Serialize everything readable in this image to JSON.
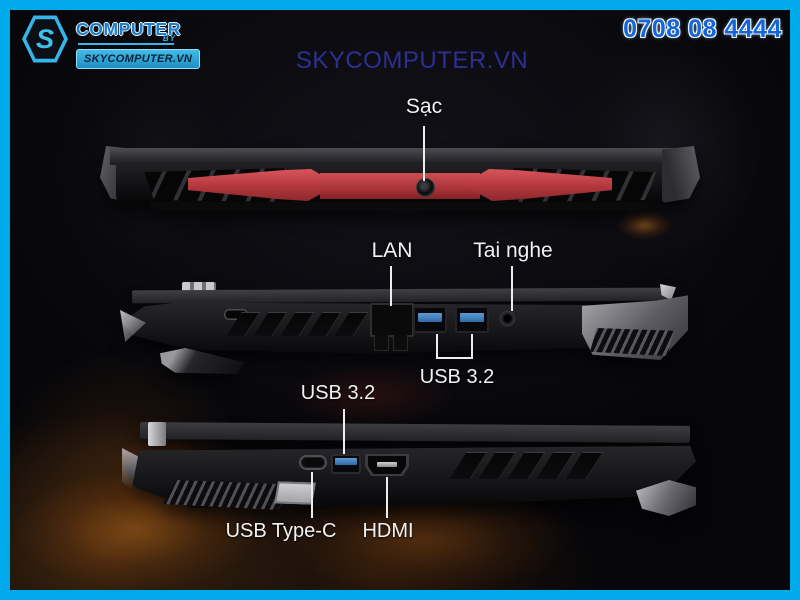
{
  "frame": {
    "border_color": "#00a9ea",
    "background": "#060609"
  },
  "logo": {
    "letter": "S",
    "title": "COMPUTER",
    "tagline": "BY",
    "badge": "SKYCOMPUTER.VN",
    "accent_color": "#36b5ea"
  },
  "header": {
    "phone": "0708 08 4444",
    "phone_color": "#1565d8",
    "watermark": "SKYCOMPUTER.VN",
    "watermark_color": "#32329d"
  },
  "laptop": {
    "accent_red": "#c13a3f",
    "usb_blue": "#2f6aa8"
  },
  "callouts": {
    "charger": "Sạc",
    "lan": "LAN",
    "headphone": "Tai nghe",
    "usb32_side": "USB 3.2",
    "usb32_right": "USB 3.2",
    "usb_type_c": "USB Type-C",
    "hdmi": "HDMI"
  }
}
